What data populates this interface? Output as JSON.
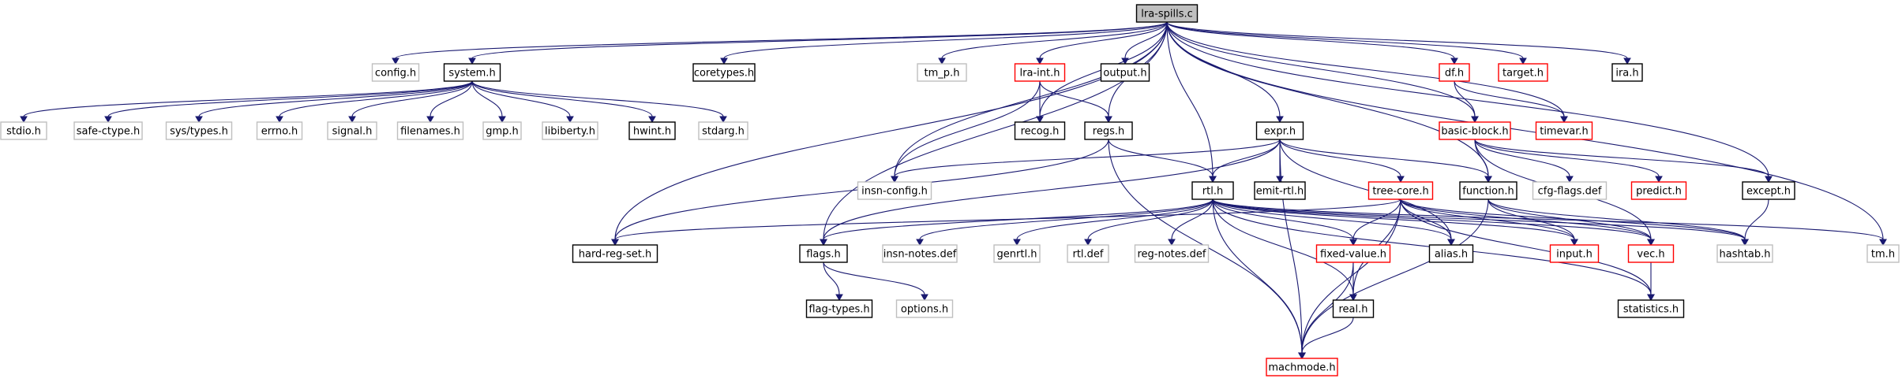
{
  "graph": {
    "nodes": [
      {
        "id": "lra-spills",
        "label": "lra-spills.c",
        "style": "root"
      },
      {
        "id": "config",
        "label": "config.h",
        "style": "gray"
      },
      {
        "id": "system",
        "label": "system.h",
        "style": "black"
      },
      {
        "id": "coretypes",
        "label": "coretypes.h",
        "style": "black"
      },
      {
        "id": "tm_p",
        "label": "tm_p.h",
        "style": "gray"
      },
      {
        "id": "lra-int",
        "label": "lra-int.h",
        "style": "red"
      },
      {
        "id": "output",
        "label": "output.h",
        "style": "black"
      },
      {
        "id": "df",
        "label": "df.h",
        "style": "red"
      },
      {
        "id": "target",
        "label": "target.h",
        "style": "red"
      },
      {
        "id": "ira",
        "label": "ira.h",
        "style": "black"
      },
      {
        "id": "stdio",
        "label": "stdio.h",
        "style": "gray"
      },
      {
        "id": "safe-ctype",
        "label": "safe-ctype.h",
        "style": "gray"
      },
      {
        "id": "sys-types",
        "label": "sys/types.h",
        "style": "gray"
      },
      {
        "id": "errno",
        "label": "errno.h",
        "style": "gray"
      },
      {
        "id": "signal",
        "label": "signal.h",
        "style": "gray"
      },
      {
        "id": "filenames",
        "label": "filenames.h",
        "style": "gray"
      },
      {
        "id": "gmp",
        "label": "gmp.h",
        "style": "gray"
      },
      {
        "id": "libiberty",
        "label": "libiberty.h",
        "style": "gray"
      },
      {
        "id": "hwint",
        "label": "hwint.h",
        "style": "black"
      },
      {
        "id": "stdarg",
        "label": "stdarg.h",
        "style": "gray"
      },
      {
        "id": "recog",
        "label": "recog.h",
        "style": "black"
      },
      {
        "id": "regs",
        "label": "regs.h",
        "style": "black"
      },
      {
        "id": "expr",
        "label": "expr.h",
        "style": "black"
      },
      {
        "id": "basic-block",
        "label": "basic-block.h",
        "style": "red"
      },
      {
        "id": "timevar",
        "label": "timevar.h",
        "style": "red"
      },
      {
        "id": "insn-config",
        "label": "insn-config.h",
        "style": "gray"
      },
      {
        "id": "rtl",
        "label": "rtl.h",
        "style": "black"
      },
      {
        "id": "emit-rtl",
        "label": "emit-rtl.h",
        "style": "black"
      },
      {
        "id": "tree-core",
        "label": "tree-core.h",
        "style": "red"
      },
      {
        "id": "function",
        "label": "function.h",
        "style": "black"
      },
      {
        "id": "cfg-flags",
        "label": "cfg-flags.def",
        "style": "gray"
      },
      {
        "id": "predict",
        "label": "predict.h",
        "style": "red"
      },
      {
        "id": "except",
        "label": "except.h",
        "style": "black"
      },
      {
        "id": "hard-reg-set",
        "label": "hard-reg-set.h",
        "style": "black"
      },
      {
        "id": "flags",
        "label": "flags.h",
        "style": "black"
      },
      {
        "id": "insn-notes",
        "label": "insn-notes.def",
        "style": "gray"
      },
      {
        "id": "genrtl",
        "label": "genrtl.h",
        "style": "gray"
      },
      {
        "id": "rtl-def",
        "label": "rtl.def",
        "style": "gray"
      },
      {
        "id": "reg-notes",
        "label": "reg-notes.def",
        "style": "gray"
      },
      {
        "id": "fixed-value",
        "label": "fixed-value.h",
        "style": "red"
      },
      {
        "id": "alias",
        "label": "alias.h",
        "style": "black"
      },
      {
        "id": "input",
        "label": "input.h",
        "style": "red"
      },
      {
        "id": "vec",
        "label": "vec.h",
        "style": "red"
      },
      {
        "id": "hashtab",
        "label": "hashtab.h",
        "style": "gray"
      },
      {
        "id": "tm",
        "label": "tm.h",
        "style": "gray"
      },
      {
        "id": "flag-types",
        "label": "flag-types.h",
        "style": "black"
      },
      {
        "id": "options",
        "label": "options.h",
        "style": "gray"
      },
      {
        "id": "real",
        "label": "real.h",
        "style": "black"
      },
      {
        "id": "statistics",
        "label": "statistics.h",
        "style": "black"
      },
      {
        "id": "machmode",
        "label": "machmode.h",
        "style": "red"
      }
    ],
    "edges": [
      [
        "lra-spills",
        "config"
      ],
      [
        "lra-spills",
        "system"
      ],
      [
        "lra-spills",
        "coretypes"
      ],
      [
        "lra-spills",
        "tm_p"
      ],
      [
        "lra-spills",
        "lra-int"
      ],
      [
        "lra-spills",
        "output"
      ],
      [
        "lra-spills",
        "df"
      ],
      [
        "lra-spills",
        "target"
      ],
      [
        "lra-spills",
        "ira"
      ],
      [
        "lra-spills",
        "tm"
      ],
      [
        "lra-spills",
        "hard-reg-set"
      ],
      [
        "lra-spills",
        "flags"
      ],
      [
        "lra-spills",
        "insn-config"
      ],
      [
        "lra-spills",
        "recog"
      ],
      [
        "lra-spills",
        "regs"
      ],
      [
        "lra-spills",
        "rtl"
      ],
      [
        "lra-spills",
        "expr"
      ],
      [
        "lra-spills",
        "function"
      ],
      [
        "lra-spills",
        "basic-block"
      ],
      [
        "lra-spills",
        "timevar"
      ],
      [
        "lra-spills",
        "except"
      ],
      [
        "system",
        "stdio"
      ],
      [
        "system",
        "safe-ctype"
      ],
      [
        "system",
        "sys-types"
      ],
      [
        "system",
        "errno"
      ],
      [
        "system",
        "signal"
      ],
      [
        "system",
        "filenames"
      ],
      [
        "system",
        "gmp"
      ],
      [
        "system",
        "libiberty"
      ],
      [
        "system",
        "hwint"
      ],
      [
        "system",
        "stdarg"
      ],
      [
        "lra-int",
        "recog"
      ],
      [
        "lra-int",
        "regs"
      ],
      [
        "lra-int",
        "insn-config"
      ],
      [
        "regs",
        "rtl"
      ],
      [
        "regs",
        "hard-reg-set"
      ],
      [
        "regs",
        "machmode"
      ],
      [
        "df",
        "basic-block"
      ],
      [
        "df",
        "timevar"
      ],
      [
        "expr",
        "insn-config"
      ],
      [
        "expr",
        "rtl"
      ],
      [
        "expr",
        "emit-rtl"
      ],
      [
        "expr",
        "tree-core"
      ],
      [
        "expr",
        "function"
      ],
      [
        "expr",
        "alias"
      ],
      [
        "expr",
        "flags"
      ],
      [
        "expr",
        "machmode"
      ],
      [
        "basic-block",
        "function"
      ],
      [
        "basic-block",
        "cfg-flags"
      ],
      [
        "basic-block",
        "predict"
      ],
      [
        "basic-block",
        "vec"
      ],
      [
        "basic-block",
        "except"
      ],
      [
        "except",
        "hashtab"
      ],
      [
        "rtl",
        "flags"
      ],
      [
        "rtl",
        "insn-notes"
      ],
      [
        "rtl",
        "genrtl"
      ],
      [
        "rtl",
        "rtl-def"
      ],
      [
        "rtl",
        "reg-notes"
      ],
      [
        "rtl",
        "fixed-value"
      ],
      [
        "rtl",
        "alias"
      ],
      [
        "rtl",
        "input"
      ],
      [
        "rtl",
        "vec"
      ],
      [
        "rtl",
        "hashtab"
      ],
      [
        "rtl",
        "real"
      ],
      [
        "rtl",
        "statistics"
      ],
      [
        "rtl",
        "machmode"
      ],
      [
        "rtl",
        "tm"
      ],
      [
        "tree-core",
        "hard-reg-set"
      ],
      [
        "tree-core",
        "fixed-value"
      ],
      [
        "tree-core",
        "alias"
      ],
      [
        "tree-core",
        "input"
      ],
      [
        "tree-core",
        "vec"
      ],
      [
        "tree-core",
        "real"
      ],
      [
        "tree-core",
        "statistics"
      ],
      [
        "tree-core",
        "machmode"
      ],
      [
        "tree-core",
        "hashtab"
      ],
      [
        "function",
        "hashtab"
      ],
      [
        "function",
        "vec"
      ],
      [
        "function",
        "input"
      ],
      [
        "function",
        "machmode"
      ],
      [
        "flags",
        "flag-types"
      ],
      [
        "flags",
        "options"
      ],
      [
        "fixed-value",
        "real"
      ],
      [
        "fixed-value",
        "machmode"
      ],
      [
        "real",
        "machmode"
      ],
      [
        "vec",
        "statistics"
      ]
    ]
  }
}
